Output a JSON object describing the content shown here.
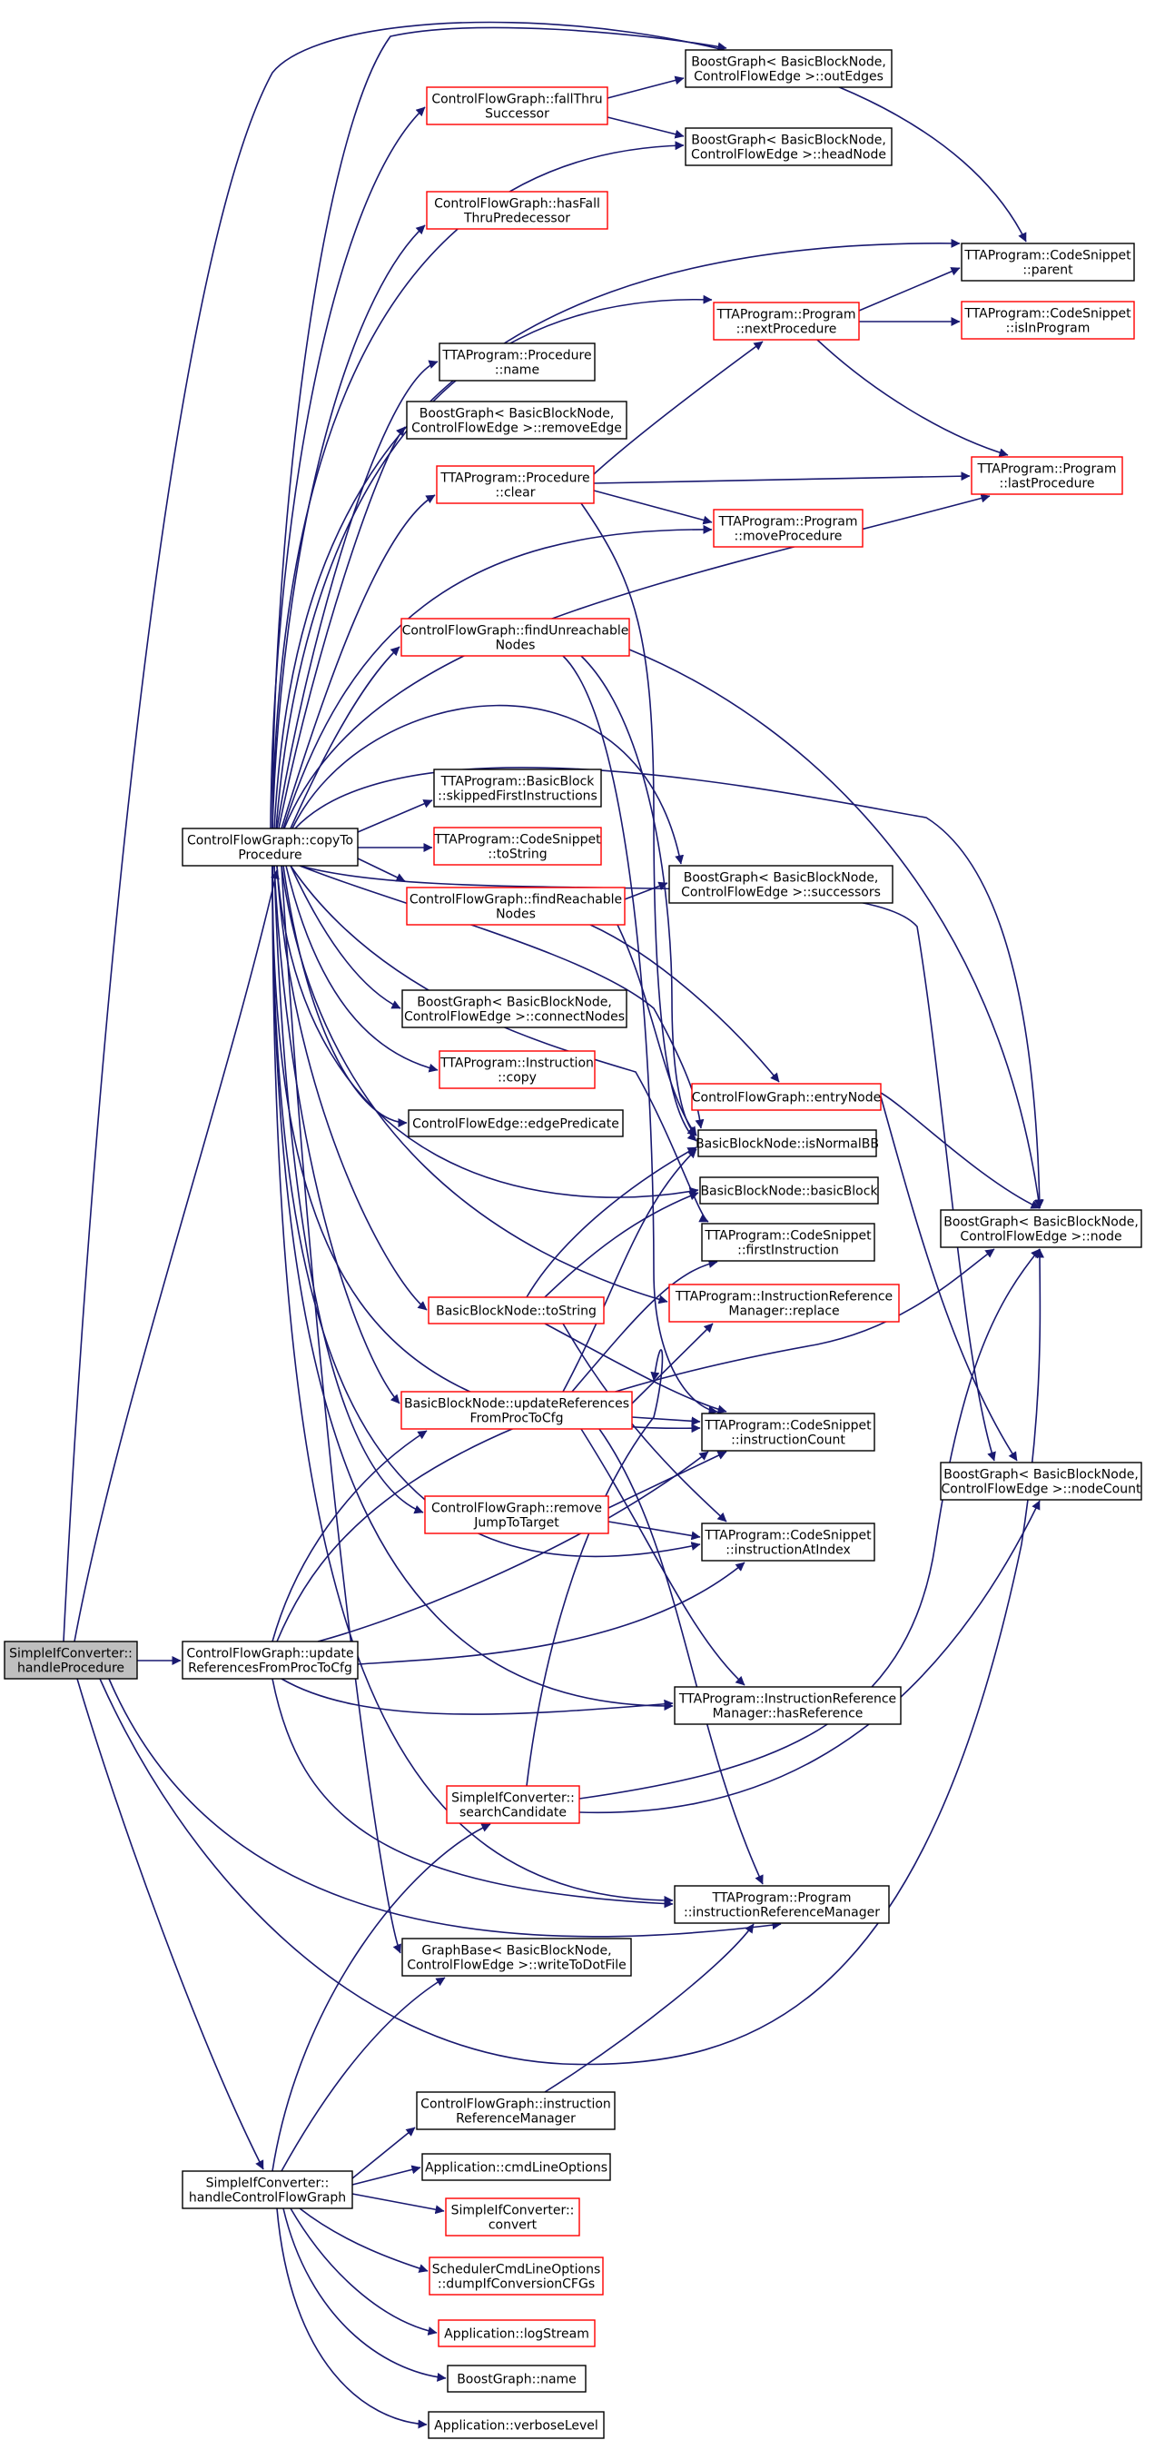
{
  "colors": {
    "edge": "#191970",
    "box_border_default": "#000000",
    "box_border_truncated": "#ff0000",
    "box_fill_default": "#ffffff",
    "box_fill_focus": "#bfbfbf"
  },
  "nodes": [
    {
      "id": "n0",
      "lines": [
        "SimpleIfConverter::",
        "handleProcedure"
      ],
      "style": "focus"
    },
    {
      "id": "n1",
      "lines": [
        "ControlFlowGraph::copyTo",
        "Procedure"
      ],
      "style": "black"
    },
    {
      "id": "n2",
      "lines": [
        "ControlFlowGraph::update",
        "ReferencesFromProcToCfg"
      ],
      "style": "black"
    },
    {
      "id": "n3",
      "lines": [
        "SimpleIfConverter::",
        "handleControlFlowGraph"
      ],
      "style": "black"
    },
    {
      "id": "n4",
      "lines": [
        "ControlFlowGraph::fallThru",
        "Successor"
      ],
      "style": "red"
    },
    {
      "id": "n5",
      "lines": [
        "ControlFlowGraph::hasFall",
        "ThruPredecessor"
      ],
      "style": "red"
    },
    {
      "id": "n6",
      "lines": [
        "TTAProgram::Procedure",
        "::name"
      ],
      "style": "black"
    },
    {
      "id": "n7",
      "lines": [
        "BoostGraph< BasicBlockNode,",
        "ControlFlowEdge >::removeEdge"
      ],
      "style": "black"
    },
    {
      "id": "n8",
      "lines": [
        "TTAProgram::Procedure",
        "::clear"
      ],
      "style": "red"
    },
    {
      "id": "n9",
      "lines": [
        "ControlFlowGraph::findUnreachable",
        "Nodes"
      ],
      "style": "red"
    },
    {
      "id": "n10",
      "lines": [
        "TTAProgram::BasicBlock",
        "::skippedFirstInstructions"
      ],
      "style": "black"
    },
    {
      "id": "n11",
      "lines": [
        "TTAProgram::CodeSnippet",
        "::toString"
      ],
      "style": "red"
    },
    {
      "id": "n12",
      "lines": [
        "ControlFlowGraph::findReachable",
        "Nodes"
      ],
      "style": "red"
    },
    {
      "id": "n13",
      "lines": [
        "BoostGraph< BasicBlockNode,",
        "ControlFlowEdge >::connectNodes"
      ],
      "style": "black"
    },
    {
      "id": "n14",
      "lines": [
        "TTAProgram::Instruction",
        "::copy"
      ],
      "style": "red"
    },
    {
      "id": "n15",
      "lines": [
        "ControlFlowEdge::edgePredicate"
      ],
      "style": "black"
    },
    {
      "id": "n16",
      "lines": [
        "BasicBlockNode::toString"
      ],
      "style": "red"
    },
    {
      "id": "n17",
      "lines": [
        "BasicBlockNode::updateReferences",
        "FromProcToCfg"
      ],
      "style": "red"
    },
    {
      "id": "n18",
      "lines": [
        "ControlFlowGraph::remove",
        "JumpToTarget"
      ],
      "style": "red"
    },
    {
      "id": "n19",
      "lines": [
        "SimpleIfConverter::",
        "searchCandidate"
      ],
      "style": "red"
    },
    {
      "id": "n20",
      "lines": [
        "GraphBase< BasicBlockNode,",
        "ControlFlowEdge >::writeToDotFile"
      ],
      "style": "black"
    },
    {
      "id": "n21",
      "lines": [
        "ControlFlowGraph::instruction",
        "ReferenceManager"
      ],
      "style": "black"
    },
    {
      "id": "n22",
      "lines": [
        "Application::cmdLineOptions"
      ],
      "style": "black"
    },
    {
      "id": "n23",
      "lines": [
        "SimpleIfConverter::",
        "convert"
      ],
      "style": "red"
    },
    {
      "id": "n24",
      "lines": [
        "SchedulerCmdLineOptions",
        "::dumpIfConversionCFGs"
      ],
      "style": "red"
    },
    {
      "id": "n25",
      "lines": [
        "Application::logStream"
      ],
      "style": "red"
    },
    {
      "id": "n26",
      "lines": [
        "BoostGraph::name"
      ],
      "style": "black"
    },
    {
      "id": "n27",
      "lines": [
        "Application::verboseLevel"
      ],
      "style": "black"
    },
    {
      "id": "n28",
      "lines": [
        "BoostGraph< BasicBlockNode,",
        "ControlFlowEdge >::outEdges"
      ],
      "style": "black"
    },
    {
      "id": "n29",
      "lines": [
        "BoostGraph< BasicBlockNode,",
        "ControlFlowEdge >::headNode"
      ],
      "style": "black"
    },
    {
      "id": "n30",
      "lines": [
        "TTAProgram::Program",
        "::nextProcedure"
      ],
      "style": "red"
    },
    {
      "id": "n31",
      "lines": [
        "TTAProgram::Program",
        "::moveProcedure"
      ],
      "style": "red"
    },
    {
      "id": "n32",
      "lines": [
        "BoostGraph< BasicBlockNode,",
        "ControlFlowEdge >::successors"
      ],
      "style": "black"
    },
    {
      "id": "n33",
      "lines": [
        "ControlFlowGraph::entryNode"
      ],
      "style": "red"
    },
    {
      "id": "n34",
      "lines": [
        "BasicBlockNode::isNormalBB"
      ],
      "style": "black"
    },
    {
      "id": "n35",
      "lines": [
        "BasicBlockNode::basicBlock"
      ],
      "style": "black"
    },
    {
      "id": "n36",
      "lines": [
        "TTAProgram::CodeSnippet",
        "::firstInstruction"
      ],
      "style": "black"
    },
    {
      "id": "n37",
      "lines": [
        "TTAProgram::InstructionReference",
        "Manager::replace"
      ],
      "style": "red"
    },
    {
      "id": "n38",
      "lines": [
        "TTAProgram::CodeSnippet",
        "::instructionCount"
      ],
      "style": "black"
    },
    {
      "id": "n39",
      "lines": [
        "TTAProgram::CodeSnippet",
        "::instructionAtIndex"
      ],
      "style": "black"
    },
    {
      "id": "n40",
      "lines": [
        "TTAProgram::InstructionReference",
        "Manager::hasReference"
      ],
      "style": "black"
    },
    {
      "id": "n41",
      "lines": [
        "TTAProgram::Program",
        "::instructionReferenceManager"
      ],
      "style": "black"
    },
    {
      "id": "n42",
      "lines": [
        "TTAProgram::CodeSnippet",
        "::parent"
      ],
      "style": "black"
    },
    {
      "id": "n43",
      "lines": [
        "TTAProgram::CodeSnippet",
        "::isInProgram"
      ],
      "style": "red"
    },
    {
      "id": "n44",
      "lines": [
        "TTAProgram::Program",
        "::lastProcedure"
      ],
      "style": "red"
    },
    {
      "id": "n45",
      "lines": [
        "BoostGraph< BasicBlockNode,",
        "ControlFlowEdge >::node"
      ],
      "style": "black"
    },
    {
      "id": "n46",
      "lines": [
        "BoostGraph< BasicBlockNode,",
        "ControlFlowEdge >::nodeCount"
      ],
      "style": "black"
    }
  ]
}
